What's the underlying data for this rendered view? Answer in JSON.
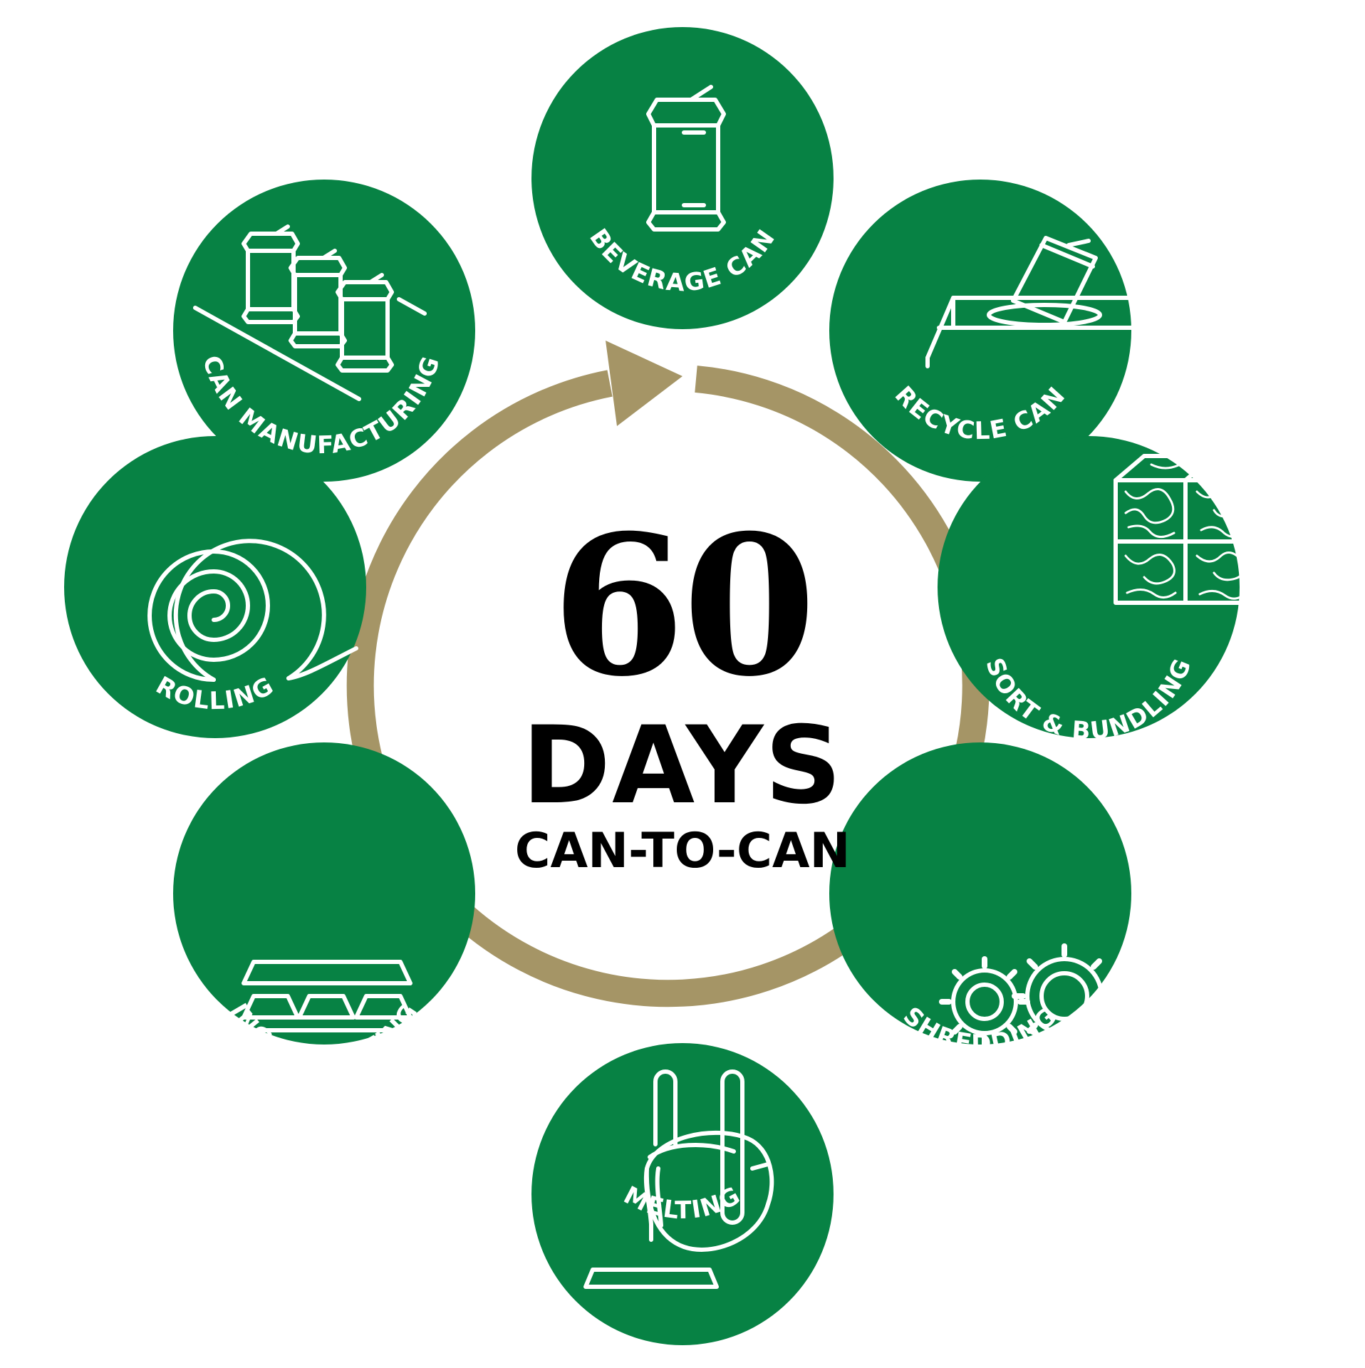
{
  "colors": {
    "circle_green": "#078244",
    "arrow_tan": "#a59566",
    "text": "#000000",
    "icon_line": "#ffffff"
  },
  "center": {
    "number": "60",
    "unit": "DAYS",
    "subtitle": "CAN-TO-CAN"
  },
  "steps": [
    {
      "label": "BEVERAGE CAN",
      "icon": "beverage-can-icon"
    },
    {
      "label": "RECYCLE CAN",
      "icon": "recycle-bin-icon"
    },
    {
      "label": "SORT & BUNDLING",
      "icon": "bale-cube-icon"
    },
    {
      "label": "SHREDDING",
      "icon": "shredder-gears-icon"
    },
    {
      "label": "MELTING",
      "icon": "ladle-pour-icon"
    },
    {
      "label": "INGOT CASTING",
      "icon": "ingot-stack-icon"
    },
    {
      "label": "ROLLING",
      "icon": "aluminium-coil-icon"
    },
    {
      "label": "CAN MANUFACTURING",
      "icon": "can-conveyor-icon"
    }
  ]
}
